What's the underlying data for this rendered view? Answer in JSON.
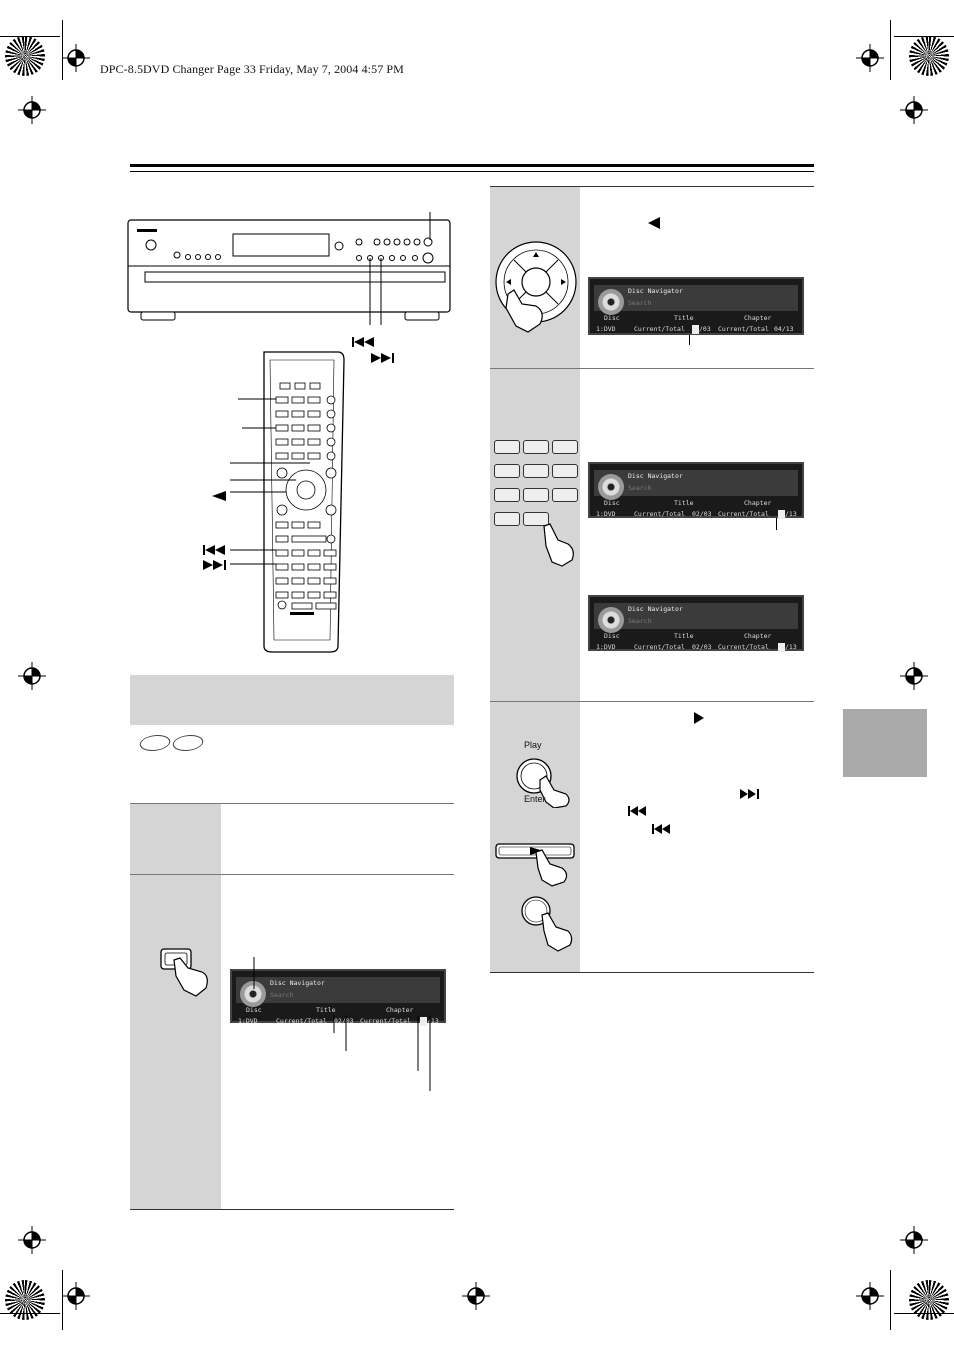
{
  "header": {
    "text": "DPC-8.5DVD Changer  Page 33  Friday, May 7, 2004  4:57 PM"
  },
  "icons": [
    "registration-mark-icon",
    "sunburst-icon",
    "previous-track-icon",
    "next-track-icon",
    "left-arrow-icon",
    "play-arrow-icon",
    "hand-pointer-icon",
    "disc-icon"
  ],
  "play_button": {
    "play_label": "Play",
    "enter_label": "Enter"
  },
  "osd_title_search": {
    "title": "Disc Navigator",
    "subtitle": "Search",
    "col_disc": "Disc",
    "col_title": "Title",
    "col_chapter": "Chapter",
    "disc_value": "1:DVD",
    "title_label": "Current/Total",
    "title_value": "02/03",
    "chapter_label": "Current/Total",
    "chapter_value": "/13"
  },
  "osd_step_select": {
    "title": "Disc Navigator",
    "subtitle": "Search",
    "col_disc": "Disc",
    "col_title": "Title",
    "col_chapter": "Chapter",
    "disc_value": "1:DVD",
    "title_label": "Current/Total",
    "title_value": "/03",
    "chapter_label": "Current/Total",
    "chapter_value": "04/13"
  },
  "osd_step_number_a": {
    "title": "Disc Navigator",
    "subtitle": "Search",
    "col_disc": "Disc",
    "col_title": "Title",
    "col_chapter": "Chapter",
    "disc_value": "1:DVD",
    "title_label": "Current/Total",
    "title_value": "02/03",
    "chapter_label": "Current/Total",
    "chapter_value": "/13"
  },
  "osd_step_number_b": {
    "title": "Disc Navigator",
    "subtitle": "Search",
    "col_disc": "Disc",
    "col_title": "Title",
    "col_chapter": "Chapter",
    "disc_value": "1:DVD",
    "title_label": "Current/Total",
    "title_value": "02/03",
    "chapter_label": "Current/Total",
    "chapter_value": "/13"
  },
  "colors": {
    "step_gray": "#d5d5d5",
    "side_tab": "#aaaaaa",
    "osd_bg": "#1a1a1a"
  }
}
